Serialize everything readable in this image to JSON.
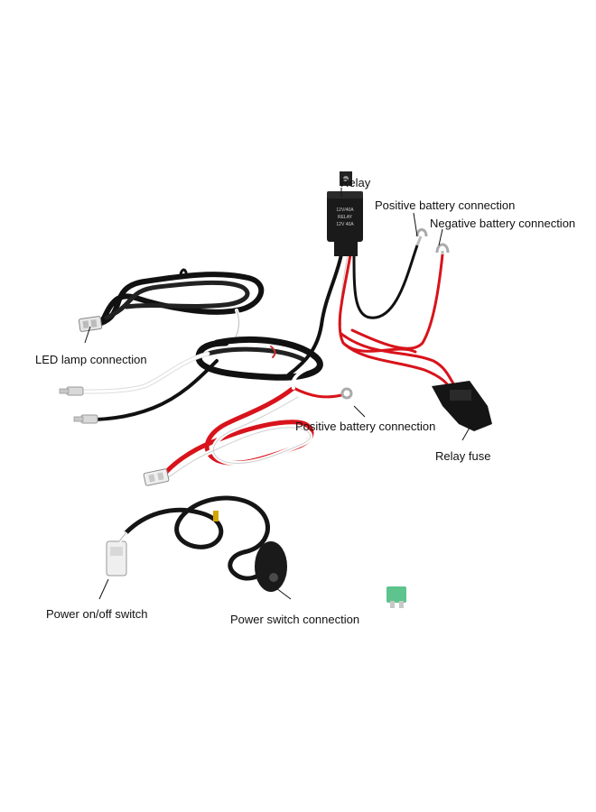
{
  "labels": {
    "relay": "Relay",
    "positive_battery_top": "Positive battery connection",
    "negative_battery": "Negative battery connection",
    "led_lamp": "LED lamp connection",
    "positive_battery_mid": "Positive battery connection",
    "relay_fuse": "Relay fuse",
    "power_switch_onoff": "Power on/off switch",
    "power_switch_connection": "Power switch connection"
  },
  "relay_print": {
    "line1": "12V/40A",
    "line2": "RELAY",
    "line3": "12V 40A"
  },
  "colors": {
    "background": "#ffffff",
    "black_wire": "#111111",
    "red_wire": "#d8131b",
    "white_wire": "#f3f3f3",
    "fuse_green": "#5cc48c"
  }
}
